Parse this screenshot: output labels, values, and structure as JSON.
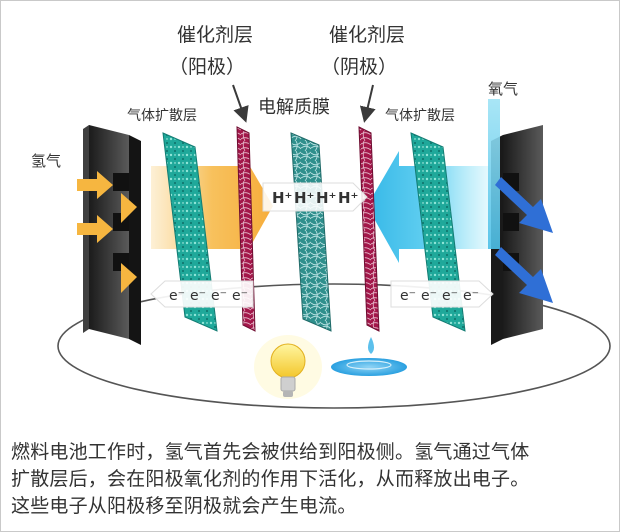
{
  "labels": {
    "catalyst_anode_line1": "催化剂层",
    "catalyst_anode_line2": "（阳极）",
    "catalyst_cathode_line1": "催化剂层",
    "catalyst_cathode_line2": "（阴极）",
    "membrane": "电解质膜",
    "gas_diffusion_left": "气体扩散层",
    "gas_diffusion_right": "气体扩散层",
    "hydrogen": "氢气",
    "oxygen": "氧气",
    "protons": [
      "H⁺",
      "H⁺",
      "H⁺",
      "H⁺"
    ],
    "electrons_left": [
      "e⁻",
      "e⁻",
      "e⁻",
      "e⁻"
    ],
    "electrons_right": [
      "e⁻",
      "e⁻",
      "e⁻",
      "e⁻"
    ]
  },
  "caption": [
    "燃料电池工作时，氢气首先会被供给到阳极侧。氢气通过气体",
    "扩散层后，会在阳极氧化剂的作用下活化，从而释放出电子。",
    "这些电子从阳极移至阴极就会产生电流。"
  ],
  "colors": {
    "hydrogen_flow": "#f6b640",
    "oxygen_flow": "#55c8ee",
    "diffusion_layer": "#1fa89a",
    "catalyst_layer": "#a3174a",
    "membrane": "#2f8f8c",
    "plate": "#2e2e2e"
  }
}
